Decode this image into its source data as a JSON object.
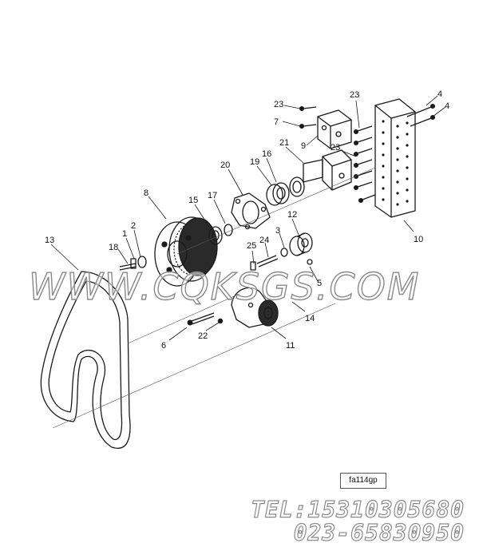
{
  "diagram": {
    "callouts": [
      {
        "id": "c1",
        "label": "1"
      },
      {
        "id": "c2",
        "label": "2"
      },
      {
        "id": "c3",
        "label": "3"
      },
      {
        "id": "c4a",
        "label": "4"
      },
      {
        "id": "c4b",
        "label": "4"
      },
      {
        "id": "c5",
        "label": "5"
      },
      {
        "id": "c6",
        "label": "6"
      },
      {
        "id": "c7",
        "label": "7"
      },
      {
        "id": "c8",
        "label": "8"
      },
      {
        "id": "c9",
        "label": "9"
      },
      {
        "id": "c10",
        "label": "10"
      },
      {
        "id": "c11",
        "label": "11"
      },
      {
        "id": "c12",
        "label": "12"
      },
      {
        "id": "c13",
        "label": "13"
      },
      {
        "id": "c14",
        "label": "14"
      },
      {
        "id": "c15",
        "label": "15"
      },
      {
        "id": "c16",
        "label": "16"
      },
      {
        "id": "c17",
        "label": "17"
      },
      {
        "id": "c18",
        "label": "18"
      },
      {
        "id": "c19",
        "label": "19"
      },
      {
        "id": "c20",
        "label": "20"
      },
      {
        "id": "c21",
        "label": "21"
      },
      {
        "id": "c22",
        "label": "22"
      },
      {
        "id": "c23a",
        "label": "23"
      },
      {
        "id": "c23b",
        "label": "23"
      },
      {
        "id": "c23c",
        "label": "23"
      },
      {
        "id": "c24",
        "label": "24"
      },
      {
        "id": "c25",
        "label": "25"
      }
    ],
    "figure_ref": "fa114gp"
  },
  "watermark": "WWW.CQKSGS.COM",
  "contact": {
    "tel": "TEL:15310305680",
    "fax": "023-65830950"
  }
}
